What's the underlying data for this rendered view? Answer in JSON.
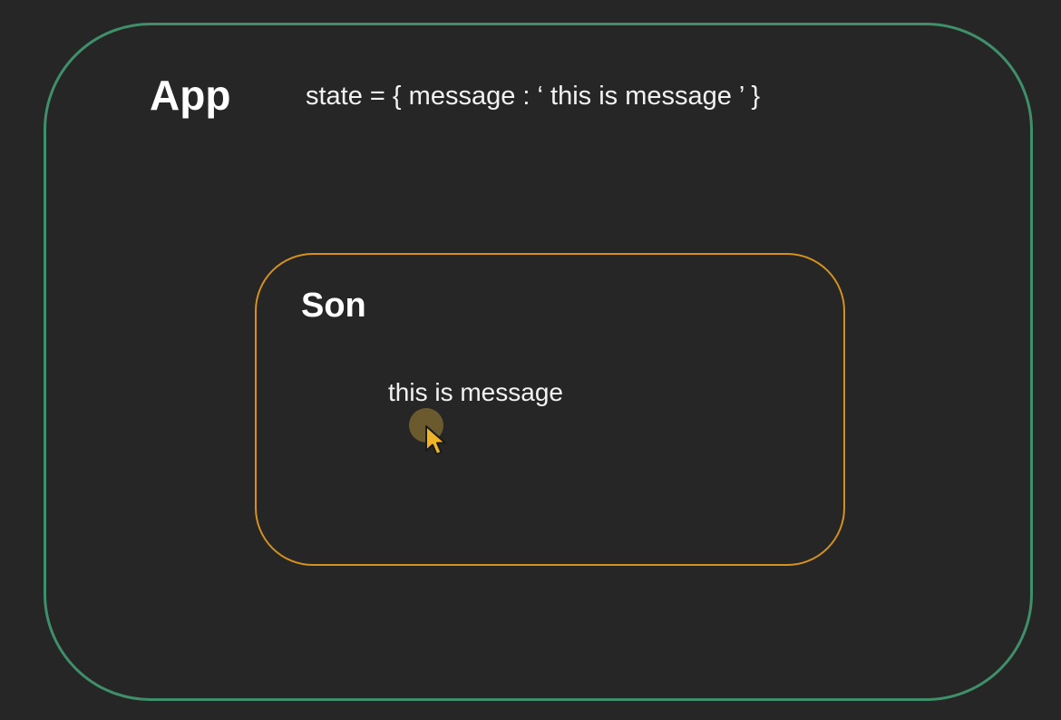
{
  "app": {
    "title": "App",
    "state_text": "state = { message : ‘ this is message ’ }"
  },
  "son": {
    "title": "Son",
    "message": "this is message"
  },
  "colors": {
    "background": "#262626",
    "app_border": "#3f8f6a",
    "son_border": "#d4911f",
    "cursor_fill": "#f0b429",
    "cursor_halo": "#6b5a2e"
  },
  "icons": {
    "cursor": "mouse-pointer-icon"
  }
}
